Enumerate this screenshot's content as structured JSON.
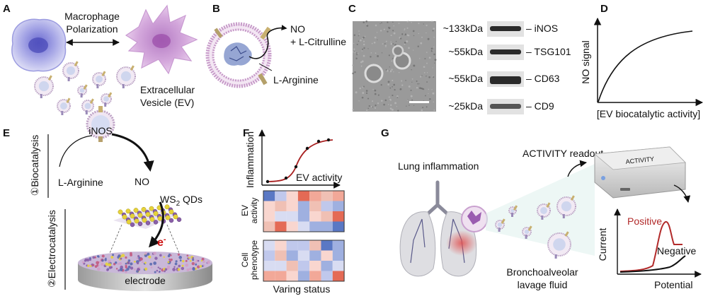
{
  "panels": {
    "A": {
      "letter": "A",
      "polarization_line1": "Macrophage",
      "polarization_line2": "Polarization",
      "ev_line1": "Extracellular",
      "ev_line2": "Vesicle (EV)"
    },
    "B": {
      "letter": "B",
      "no_label": "NO",
      "citrulline_label": "+ L-Citrulline",
      "arginine_label": "L-Arginine"
    },
    "C": {
      "letter": "C",
      "bands": [
        {
          "size": "~133kDa",
          "protein": "– iNOS"
        },
        {
          "size": "~55kDa",
          "protein": "– TSG101"
        },
        {
          "size": "~55kDa",
          "protein": "– CD63"
        },
        {
          "size": "~25kDa",
          "protein": "– CD9"
        }
      ]
    },
    "D": {
      "letter": "D",
      "ylabel": "NO signal",
      "xlabel": "[EV biocatalytic activity]"
    },
    "E": {
      "letter": "E",
      "inos_label": "iNOS",
      "arginine_label": "L-Arginine",
      "no_label": "NO",
      "ws2_prefix": "WS",
      "ws2_sub": "2",
      "ws2_suffix": " QDs",
      "electron_label": "e",
      "electron_sup": "-",
      "electrode_label": "electrode",
      "biocatalysis_label": "①Biocatalysis",
      "electrocatalysis_label": "②Electrocatalysis",
      "colors": {
        "electron": "#cc1111",
        "qd_yellow": "#e6d23a",
        "qd_purple": "#8a5fa8"
      }
    },
    "F": {
      "letter": "F",
      "curve_ylabel": "Inflammation",
      "curve_xlabel": "EV activity",
      "heatmap1_label_line1": "EV",
      "heatmap1_label_line2": "activity",
      "heatmap2_label_line1": "Cell",
      "heatmap2_label_line2": "phenotype",
      "xlabel": "Varing status",
      "colors": {
        "curve": "#a82020",
        "hot": "#e46a55",
        "cold": "#5a78c4"
      }
    },
    "G": {
      "letter": "G",
      "lung_label": "Lung inflammation",
      "activity_readout": "ACTIVITY readout",
      "device_label": "ACTIVITY",
      "fluid_line1": "Bronchoalveolar",
      "fluid_line2": "lavage fluid",
      "ylabel": "Current",
      "xlabel": "Potential",
      "positive_label": "Positive",
      "negative_label": "Negative",
      "colors": {
        "positive": "#b22a2a",
        "negative": "#111111"
      }
    }
  }
}
